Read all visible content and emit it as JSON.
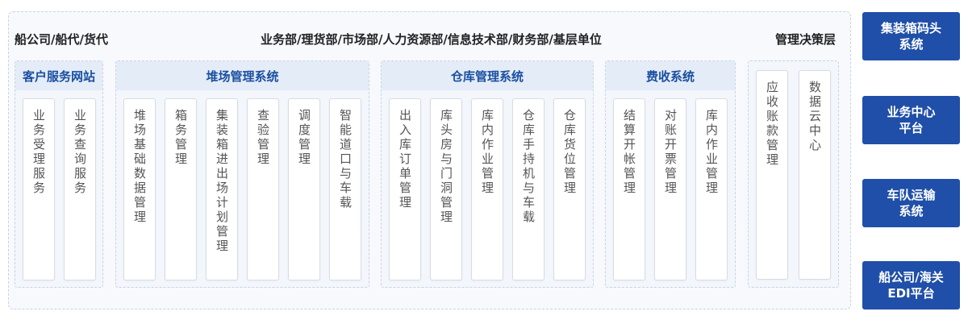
{
  "stakeholders": {
    "left": "船公司/船代/货代",
    "middle": "业务部/理货部/市场部/人力资源部/信息技术部/财务部/基层单位",
    "right": "管理决策层"
  },
  "groups": [
    {
      "title": "客户服务网站",
      "items": [
        "业务受理服务",
        "业务查询服务"
      ]
    },
    {
      "title": "堆场管理系统",
      "items": [
        "堆场基础数据管理",
        "箱务管理",
        "集装箱进出场计划管理",
        "查验管理",
        "调度管理",
        "智能道口与车载"
      ]
    },
    {
      "title": "仓库管理系统",
      "items": [
        "出入库订单管理",
        "库头房与门洞管理",
        "库内作业管理",
        "仓库手持机与车载",
        "仓库货位管理"
      ]
    },
    {
      "title": "费收系统",
      "items": [
        "结算开帐管理",
        "对账开票管理",
        "库内作业管理"
      ]
    },
    {
      "title": "",
      "items": [
        "应收账款管理",
        "数据云中心"
      ]
    }
  ],
  "right_panel": [
    "集装箱码头\n系统",
    "业务中心\n平台",
    "车队运输\n系统",
    "船公司/海关\nEDI平台"
  ],
  "colors": {
    "accent": "#1f4fa8",
    "header_text": "#1a4fa0",
    "header_bg": "#e4ecf8"
  }
}
